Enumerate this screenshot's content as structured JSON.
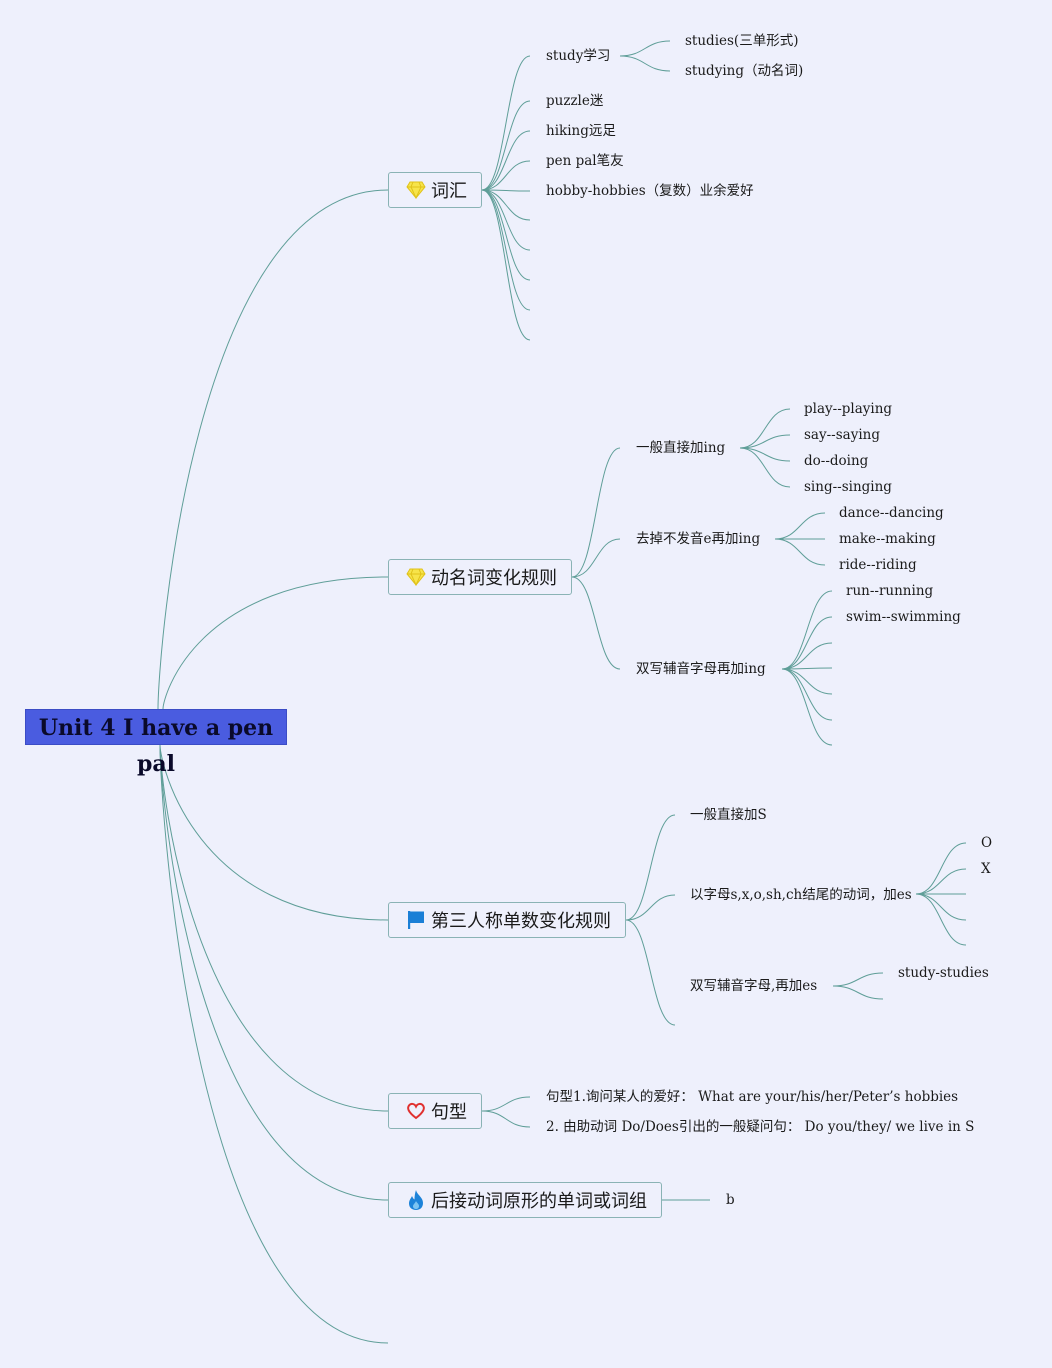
{
  "root": {
    "label": "Unit 4 I have a pen pal"
  },
  "branches": {
    "vocab": {
      "label": "词汇",
      "icon": "diamond-icon",
      "items": {
        "study": "study学习",
        "studies": "studies(三单形式)",
        "studying": "studying（动名词)",
        "puzzle": "puzzle迷",
        "hiking": "hiking远足",
        "penpal": "pen pal笔友",
        "hobby": "hobby-hobbies（复数）业余爱好"
      }
    },
    "gerund": {
      "label": "动名词变化规则",
      "icon": "diamond-icon",
      "rule1": {
        "label": "一般直接加ing",
        "examples": [
          "play--playing",
          "say--saying",
          "do--doing",
          "sing--singing"
        ]
      },
      "rule2": {
        "label": "去掉不发音e再加ing",
        "examples": [
          "dance--dancing",
          "make--making",
          "ride--riding"
        ]
      },
      "rule3": {
        "label": "双写辅音字母再加ing",
        "examples": [
          "run--running",
          "swim--swimming"
        ]
      }
    },
    "third": {
      "label": "第三人称单数变化规则",
      "icon": "flag-icon",
      "rule1": {
        "label": "一般直接加S"
      },
      "rule2": {
        "label": "以字母s,x,o,sh,ch结尾的动词，加es",
        "examples": [
          "O",
          "X"
        ]
      },
      "rule3": {
        "label": "双写辅音字母,再加es",
        "examples": [
          "study-studies"
        ]
      }
    },
    "sentence": {
      "label": "句型",
      "icon": "heart-icon",
      "items": [
        "句型1.询问某人的爱好： What are your/his/her/Peter’s hobbies",
        "2. 由助动词 Do/Does引出的一般疑问句： Do you/they/ we live in S"
      ]
    },
    "followed": {
      "label": "后接动词原形的单词或词组",
      "icon": "fire-icon",
      "items": [
        "b"
      ]
    }
  },
  "colors": {
    "background": "#eef0fc",
    "root_fill": "#4a5ce0",
    "line": "#5f9e98",
    "node_border": "#8ab3b5"
  }
}
